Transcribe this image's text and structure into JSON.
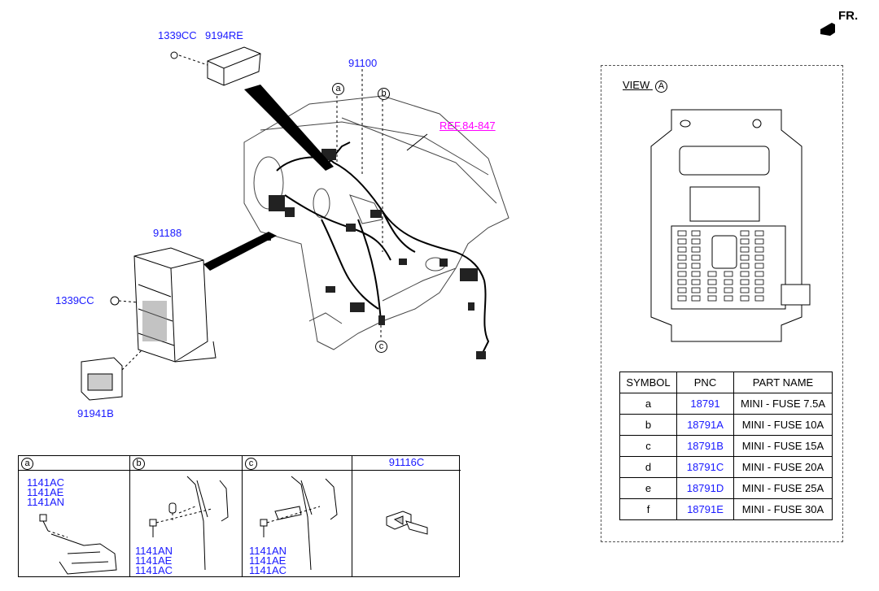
{
  "header": {
    "front_label": "FR."
  },
  "parts": {
    "p1339cc_top": "1339CC",
    "p9194re": "9194RE",
    "p91100": "91100",
    "ref": "REF.84-847",
    "p91188": "91188",
    "p1339cc_left": "1339CC",
    "p91941b": "91941B",
    "callout_a": "a",
    "callout_b": "b",
    "callout_c": "c"
  },
  "view": {
    "title": "VIEW",
    "marker": "A"
  },
  "fuse_table": {
    "headers": [
      "SYMBOL",
      "PNC",
      "PART NAME"
    ],
    "rows": [
      [
        "a",
        "18791",
        "MINI - FUSE 7.5A"
      ],
      [
        "b",
        "18791A",
        "MINI - FUSE 10A"
      ],
      [
        "c",
        "18791B",
        "MINI - FUSE 15A"
      ],
      [
        "d",
        "18791C",
        "MINI - FUSE 20A"
      ],
      [
        "e",
        "18791D",
        "MINI - FUSE 25A"
      ],
      [
        "f",
        "18791E",
        "MINI - FUSE 30A"
      ]
    ]
  },
  "callout_panel": {
    "a": {
      "marker": "a",
      "parts": [
        "1141AC",
        "1141AE",
        "1141AN"
      ]
    },
    "b": {
      "marker": "b",
      "parts": [
        "1141AN",
        "1141AE",
        "1141AC"
      ]
    },
    "c": {
      "marker": "c",
      "parts": [
        "1141AN",
        "1141AE",
        "1141AC"
      ]
    },
    "d": {
      "title": "91116C"
    }
  }
}
